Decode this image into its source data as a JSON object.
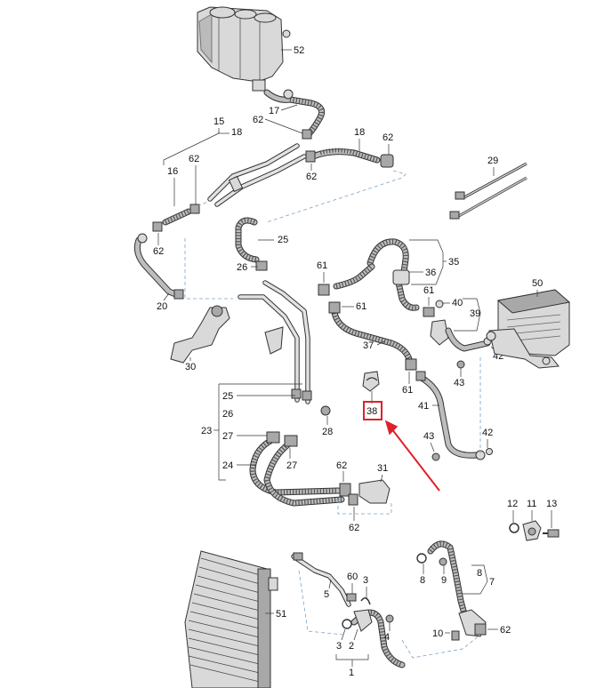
{
  "diagram": {
    "title": "Coolant system parts diagram",
    "highlight_color": "#e0202a",
    "highlighted_label": "38",
    "labels": {
      "l52": "52",
      "l17": "17",
      "l62a": "62",
      "l15": "15",
      "l18a": "18",
      "l18b": "18",
      "l62b": "62",
      "l62c": "62",
      "l16": "16",
      "l62d": "62",
      "l62e": "62",
      "l20": "20",
      "l25a": "25",
      "l26a": "26",
      "l29": "29",
      "l35": "35",
      "l36": "36",
      "l61a": "61",
      "l61b": "61",
      "l61c": "61",
      "l61d": "61",
      "l40": "40",
      "l39": "39",
      "l50": "50",
      "l37": "37",
      "l42a": "42",
      "l43a": "43",
      "l30": "30",
      "l25b": "25",
      "l26b": "26",
      "l23": "23",
      "l27a": "27",
      "l27b": "27",
      "l28": "28",
      "l24": "24",
      "l38": "38",
      "l41": "41",
      "l43b": "43",
      "l42b": "42",
      "l62f": "62",
      "l31": "31",
      "l62g": "62",
      "l12": "12",
      "l11": "11",
      "l13": "13",
      "l8a": "8",
      "l9": "9",
      "l8b": "8",
      "l7": "7",
      "l5": "5",
      "l60": "60",
      "l3a": "3",
      "l51": "51",
      "l4": "4",
      "l3b": "3",
      "l2": "2",
      "l1": "1",
      "l10": "10",
      "l62h": "62"
    }
  }
}
